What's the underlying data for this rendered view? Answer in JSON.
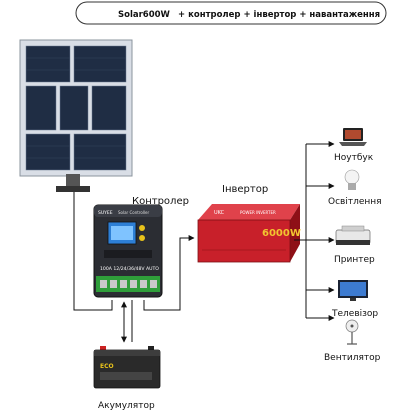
{
  "header": {
    "title_model": "Solar600W",
    "title_rest": "+ контролер + інвертор + навантаження"
  },
  "labels": {
    "controller": "Контролер",
    "inverter": "Інвертор",
    "battery": "Акумулятор"
  },
  "device_text": {
    "controller_brand": "SUYEE",
    "controller_model": "Solar Controller",
    "controller_spec": "100A 12/24/36/48V AUTO",
    "inverter_brand": "UKC",
    "inverter_model": "POWER INVERTER",
    "inverter_power": "6000W",
    "battery_brand": "ECO"
  },
  "loads": [
    {
      "label": "Ноутбук",
      "icon": "laptop-icon"
    },
    {
      "label": "Освітлення",
      "icon": "light-bulb-icon"
    },
    {
      "label": "Принтер",
      "icon": "printer-icon"
    },
    {
      "label": "Телевізор",
      "icon": "tv-icon"
    },
    {
      "label": "Вентилятор",
      "icon": "fan-icon"
    }
  ],
  "colors": {
    "panel_cell": "#1f2d44",
    "inverter_red": "#c8202a",
    "controller_green": "#2f9e3a",
    "battery_black": "#222222",
    "wire": "#111111"
  }
}
